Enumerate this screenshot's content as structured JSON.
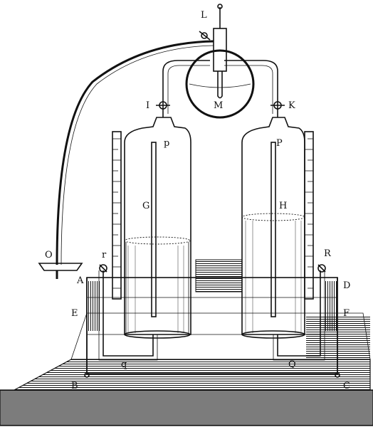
{
  "labels": {
    "L": "L",
    "I": "I",
    "K": "K",
    "M": "M",
    "p_left": "p",
    "P_right": "P",
    "G": "G",
    "H": "H",
    "O": "O",
    "r": "r",
    "R": "R",
    "A": "A",
    "D": "D",
    "E": "E",
    "F": "F",
    "q": "q",
    "Q": "Q",
    "B": "B",
    "C": "C"
  },
  "colors": {
    "ink": "#111111",
    "paper": "#ffffff"
  }
}
